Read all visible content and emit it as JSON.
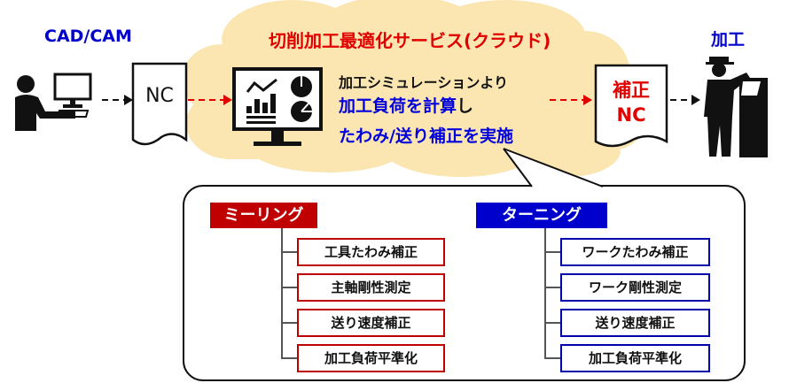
{
  "labels": {
    "cad_cam": "CAD/CAM",
    "machining": "加工"
  },
  "cloud": {
    "title": "切削加工最適化サービス(クラウド)",
    "line1": "加工シミュレーションより",
    "line2_main": "加工負荷を計算",
    "line2_tail": "し",
    "line3": "たわみ/送り補正を実施"
  },
  "docs": {
    "nc": "NC",
    "corrected_line1": "補正",
    "corrected_line2": "NC"
  },
  "milling": {
    "title": "ミーリング",
    "items": [
      "工具たわみ補正",
      "主軸剛性測定",
      "送り速度補正",
      "加工負荷平準化"
    ]
  },
  "turning": {
    "title": "ターニング",
    "items": [
      "ワークたわみ補正",
      "ワーク剛性測定",
      "送り速度補正",
      "加工負荷平準化"
    ]
  },
  "colors": {
    "cloud": "#FBE6B2",
    "red": "#C00000",
    "blue": "#0000CC"
  }
}
